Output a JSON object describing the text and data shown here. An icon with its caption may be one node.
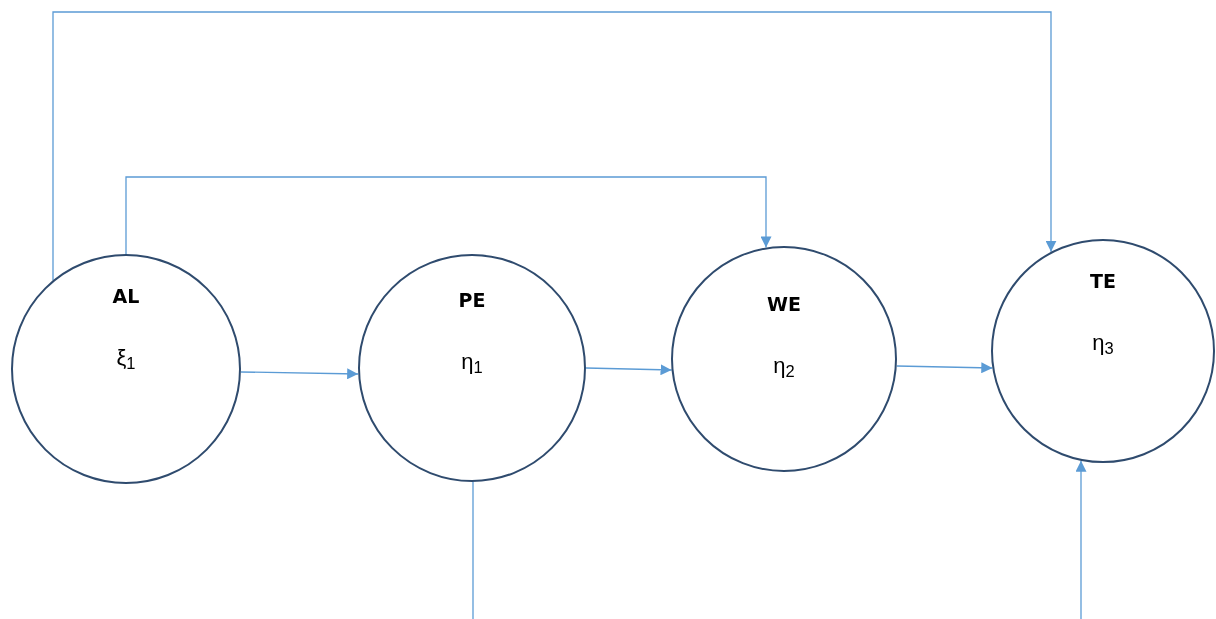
{
  "diagram": {
    "nodes": [
      {
        "text": [
          "AL",
          "ξ$_{1}$"
        ]
      },
      {
        "text": [
          "PE",
          "η$_{1}$"
        ]
      },
      {
        "text": [
          "WE",
          "η$_{2}$"
        ]
      },
      {
        "text": [
          "TE",
          "η$_{3}$"
        ]
      }
    ],
    "edges": [
      {
        "from": 0,
        "to": 1,
        "arrow": "to"
      },
      {
        "from": 1,
        "to": 2,
        "arrow": "to"
      },
      {
        "from": 2,
        "to": 3,
        "arrow": "to"
      },
      {
        "from": 0,
        "to": 2,
        "arrow": "to"
      },
      {
        "from": 0,
        "to": 3,
        "arrow": "to"
      },
      {
        "from": 1,
        "to": null,
        "arrow": "none"
      },
      {
        "from": null,
        "to": 3,
        "arrow": "to"
      }
    ]
  }
}
